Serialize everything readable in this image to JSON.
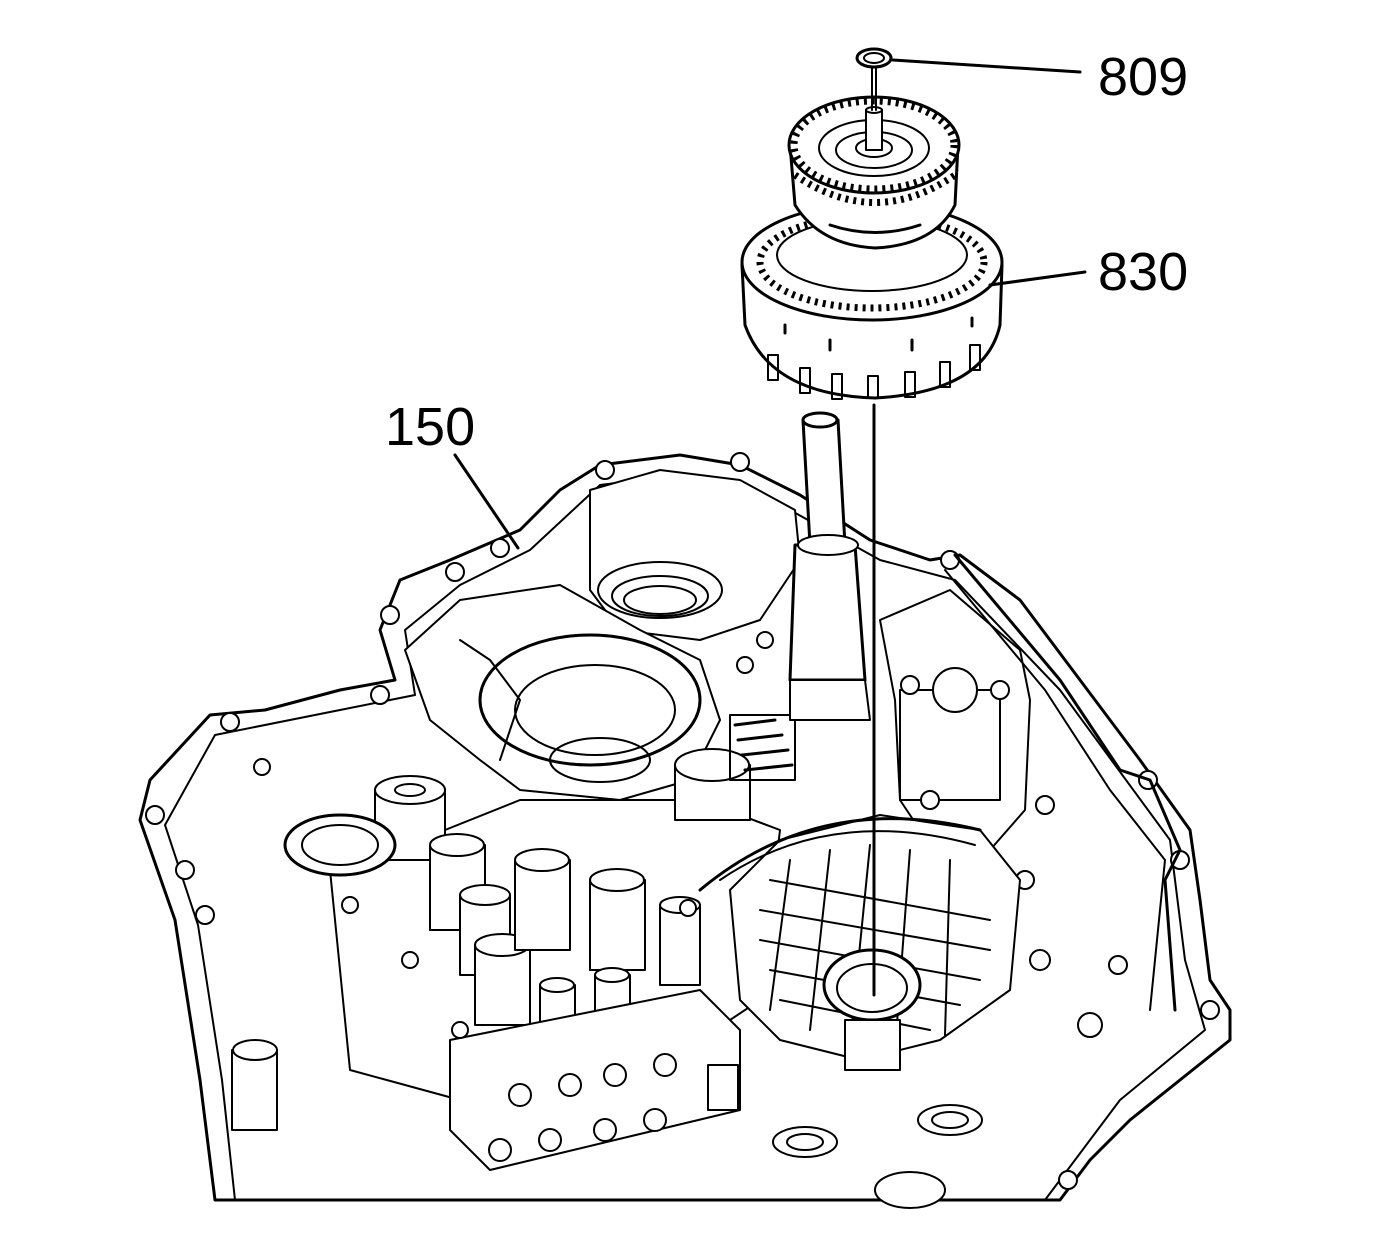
{
  "callouts": {
    "snap_ring": "809",
    "gear_assembly": "830",
    "transmission_case": "150"
  }
}
